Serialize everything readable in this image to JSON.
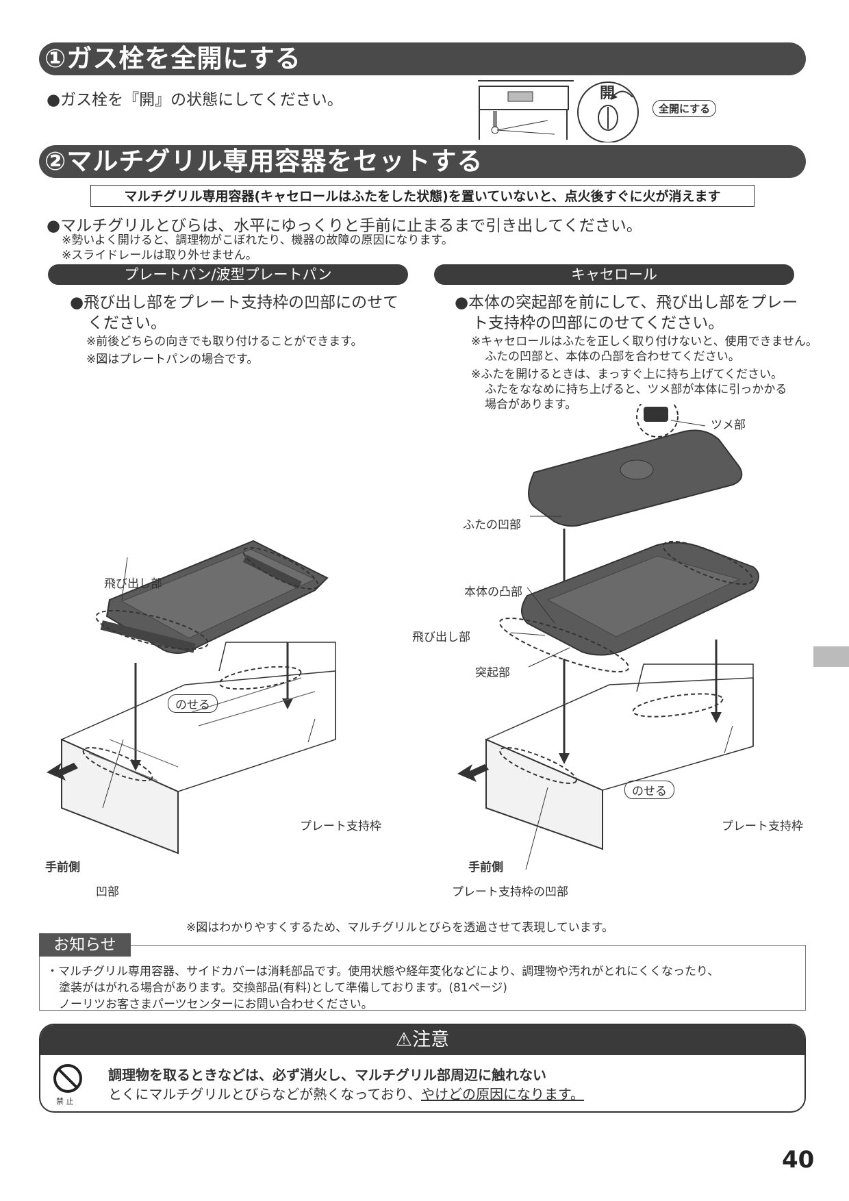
{
  "section1": {
    "title": "①ガス栓を全開にする",
    "bullet": "●ガス栓を『開』の状態にしてください。",
    "fig_open": "開",
    "fig_badge": "全開にする"
  },
  "section2": {
    "title": "②マルチグリル専用容器をセットする",
    "warning": "マルチグリル専用容器(キャセロールはふたをした状態)を置いていないと、点火後すぐに火が消えます",
    "bullet": "●マルチグリルとびらは、水平にゆっくりと手前に止まるまで引き出してください。",
    "note1": "※勢いよく開けると、調理物がこぼれたり、機器の故障の原因になります。",
    "note2": "※スライドレールは取り外せません。"
  },
  "left": {
    "header": "プレートパン/波型プレートパン",
    "bullet_line1": "●飛び出し部をプレート支持枠の凹部にのせて",
    "bullet_line2": "ください。",
    "note1": "※前後どちらの向きでも取り付けることができます。",
    "note2": "※図はプレートパンの場合です。",
    "labels": {
      "tobidashi": "飛び出し部",
      "noseru": "のせる",
      "plate_frame": "プレート支持枠",
      "front": "手前側",
      "oubu": "凹部"
    }
  },
  "right": {
    "header": "キャセロール",
    "bullet_line1": "●本体の突起部を前にして、飛び出し部をプレー",
    "bullet_line2": "ト支持枠の凹部にのせてください。",
    "note1_line1": "※キャセロールはふたを正しく取り付けないと、使用できません。",
    "note1_line2": "ふたの凹部と、本体の凸部を合わせてください。",
    "note2_line1": "※ふたを開けるときは、まっすぐ上に持ち上げてください。",
    "note2_line2": "ふたをななめに持ち上げると、ツメ部が本体に引っかかる",
    "note2_line3": "場合があります。",
    "labels": {
      "tsume": "ツメ部",
      "futa_oubu": "ふたの凹部",
      "hontai_totsubu": "本体の凸部",
      "tobidashi": "飛び出し部",
      "tokki": "突起部",
      "noseru": "のせる",
      "plate_frame": "プレート支持枠",
      "front": "手前側",
      "frame_oubu": "プレート支持枠の凹部"
    }
  },
  "figure_note": "※図はわかりやすくするため、マルチグリルとびらを透過させて表現しています。",
  "notice": {
    "tab": "お知らせ",
    "line1": "・マルチグリル専用容器、サイドカバーは消耗部品です。使用状態や経年変化などにより、調理物や汚れがとれにくくなったり、",
    "line2": "塗装がはがれる場合があります。交換部品(有料)として準備しております。(81ページ)",
    "line3": "ノーリツお客さまパーツセンターにお問い合わせください。"
  },
  "caution": {
    "title": "⚠注意",
    "prohibit_label": "禁 止",
    "bold": "調理物を取るときなどは、必ず消火し、マルチグリル部周辺に触れない",
    "text_plain": "とくにマルチグリルとびらなどが熱くなっており、",
    "text_underline": "やけどの原因になります。"
  },
  "page_number": "40",
  "colors": {
    "header_bg": "#4a4a4a",
    "pan": "#5a5a5a",
    "tab_bg": "#555555"
  }
}
